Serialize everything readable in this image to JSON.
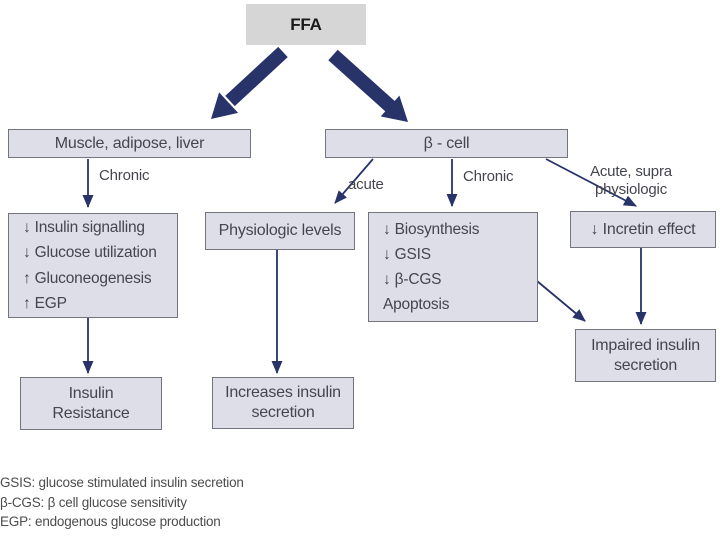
{
  "diagram": {
    "colors": {
      "arrow_navy": "#273369",
      "box_fill": "#dedee8",
      "box_border": "#74747e",
      "ffa_fill": "#d6d6d6",
      "text_dark": "#45454d",
      "footnote_text": "#4c4c4c"
    },
    "nodes": {
      "ffa": {
        "label": "FFA"
      },
      "muscle": {
        "label": "Muscle, adipose, liver"
      },
      "beta_cell": {
        "label": "β - cell"
      },
      "effects_left": {
        "lines": [
          "↓ Insulin signalling",
          "↓ Glucose utilization",
          "↑ Gluconeogenesis",
          "↑ EGP"
        ]
      },
      "physiologic": {
        "label": "Physiologic levels"
      },
      "beta_effects": {
        "lines": [
          "↓ Biosynthesis",
          "↓ GSIS",
          "↓ β-CGS",
          "Apoptosis"
        ]
      },
      "incretin": {
        "label": "↓ Incretin effect"
      },
      "insulin_resistance": {
        "lines": [
          "Insulin",
          "Resistance"
        ]
      },
      "increases_secretion": {
        "lines": [
          "Increases insulin",
          "secretion"
        ]
      },
      "impaired_secretion": {
        "lines": [
          "Impaired insulin",
          "secretion"
        ]
      }
    },
    "edge_labels": {
      "chronic_left": "Chronic",
      "acute": "acute",
      "chronic_right": "Chronic",
      "acute_supra": {
        "lines": [
          "Acute, supra",
          "physiologic"
        ]
      }
    },
    "footnotes": [
      "GSIS: glucose stimulated insulin secretion",
      "β-CGS: β cell glucose sensitivity",
      "EGP: endogenous glucose production"
    ]
  }
}
